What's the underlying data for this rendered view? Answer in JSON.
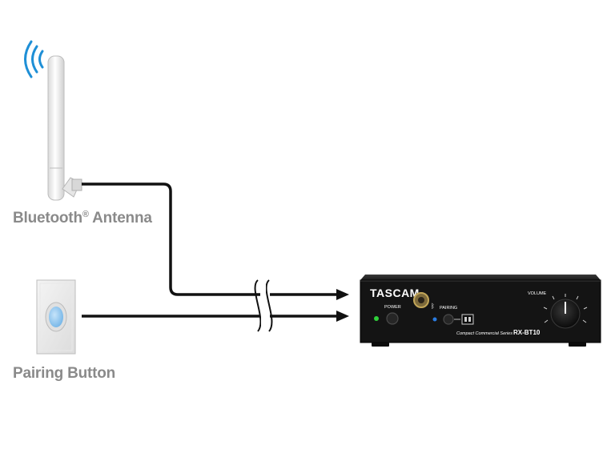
{
  "antenna": {
    "label": "Bluetooth",
    "registered_mark": "®",
    "label_suffix": " Antenna"
  },
  "pairing_button": {
    "label": "Pairing Button"
  },
  "device": {
    "brand": "TASCAM",
    "power_label": "POWER",
    "pairing_label": "PAIRING",
    "volume_label": "VOLUME",
    "series": "Compact Commercial Series",
    "model": "RX-BT10"
  },
  "colors": {
    "cable": "#111111",
    "wireless_waves": "#1e8fd6",
    "power_led": "#2fd13a",
    "pairing_led": "#2a7be0",
    "button_face": "#8fc6ef",
    "label_text": "#8a8a8a",
    "device_body": "#141414"
  }
}
